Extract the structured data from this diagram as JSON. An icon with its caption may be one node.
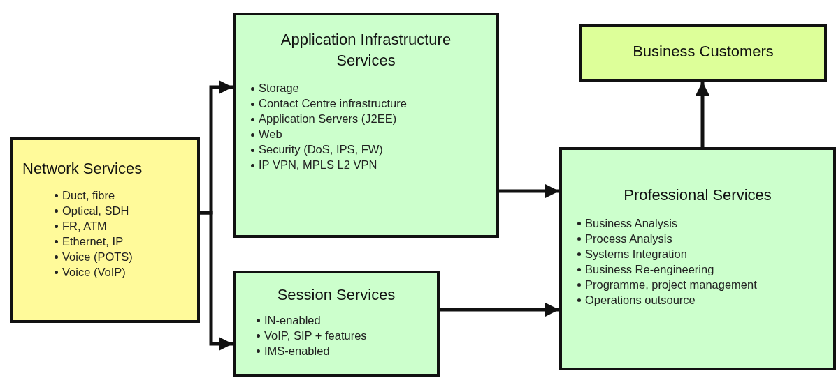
{
  "diagram": {
    "nodes": [
      {
        "text": [
          "Network Services",
          "Duct, fibre",
          "Optical, SDH",
          "FR, ATM",
          "Ethernet, IP",
          "Voice (POTS)",
          "Voice (VoIP)"
        ]
      },
      {
        "text": [
          "Application Infrastructure Services",
          "Storage",
          "Contact Centre infrastructure",
          "Application Servers (J2EE)",
          "Web",
          "Security (DoS, IPS, FW)",
          "IP VPN, MPLS L2 VPN"
        ]
      },
      {
        "text": [
          "Session Services",
          "IN-enabled",
          "VoIP, SIP + features",
          "IMS-enabled"
        ]
      },
      {
        "text": [
          "Professional Services",
          "Business Analysis",
          "Process Analysis",
          "Systems Integration",
          "Business Re-engineering",
          "Programme, project management",
          "Operations outsource"
        ]
      },
      {
        "text": [
          "Business Customers"
        ]
      }
    ],
    "edges": [
      {
        "from": 0,
        "to": 1,
        "arrow": "to"
      },
      {
        "from": 0,
        "to": 2,
        "arrow": "to"
      },
      {
        "from": 1,
        "to": 3,
        "arrow": "to"
      },
      {
        "from": 2,
        "to": 3,
        "arrow": "to"
      },
      {
        "from": 3,
        "to": 4,
        "arrow": "to"
      }
    ]
  }
}
